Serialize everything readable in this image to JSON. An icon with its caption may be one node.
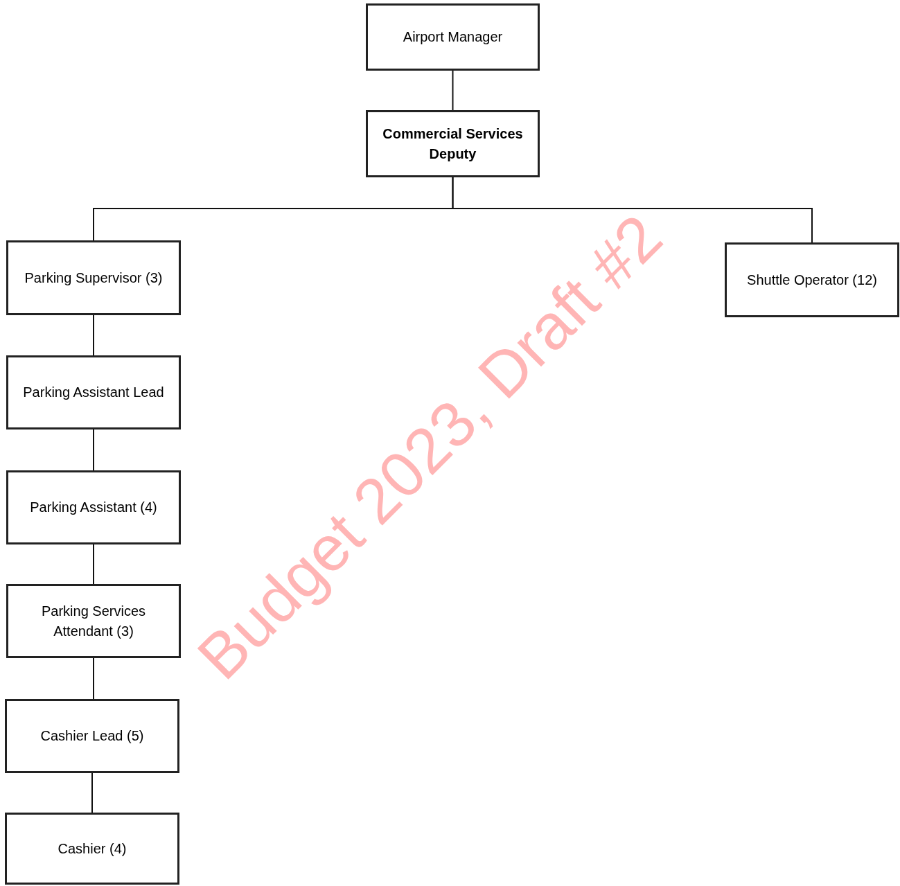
{
  "diagram": {
    "nodes": [
      {
        "text": [
          "Airport Manager"
        ]
      },
      {
        "text": [
          "Commercial Services Deputy"
        ]
      },
      {
        "text": [
          "Parking Supervisor (3)"
        ]
      },
      {
        "text": [
          "Shuttle Operator (12)"
        ]
      },
      {
        "text": [
          "Parking Assistant Lead"
        ]
      },
      {
        "text": [
          "Parking Assistant (4)"
        ]
      },
      {
        "text": [
          "Parking Services Attendant (3)"
        ]
      },
      {
        "text": [
          "Cashier Lead (5)"
        ]
      },
      {
        "text": [
          "Cashier (4)"
        ]
      }
    ],
    "edges": [
      {
        "from": 0,
        "to": 1,
        "arrow": "none"
      },
      {
        "from": 1,
        "to": 2,
        "arrow": "none"
      },
      {
        "from": 1,
        "to": 3,
        "arrow": "none"
      },
      {
        "from": 2,
        "to": 4,
        "arrow": "none"
      },
      {
        "from": 4,
        "to": 5,
        "arrow": "none"
      },
      {
        "from": 5,
        "to": 6,
        "arrow": "none"
      },
      {
        "from": 6,
        "to": 7,
        "arrow": "none"
      },
      {
        "from": 7,
        "to": 8,
        "arrow": "none"
      }
    ],
    "labels": [
      "Budget 2023, Draft #2"
    ]
  }
}
